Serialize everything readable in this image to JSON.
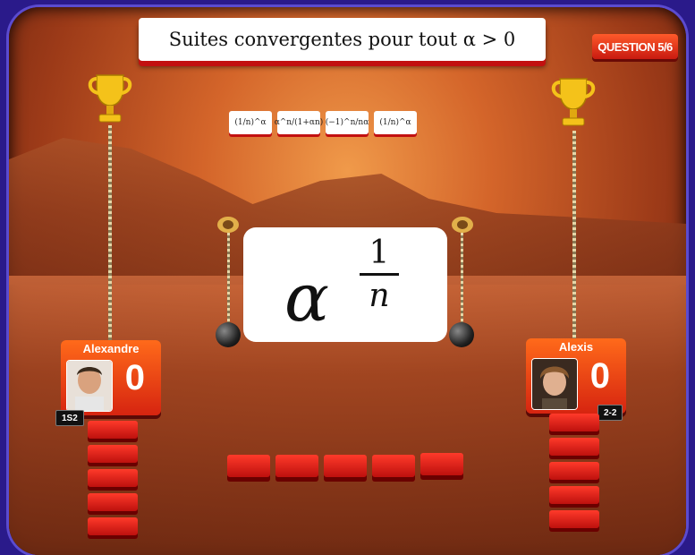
{
  "title": "Suites convergentes pour tout α > 0",
  "question_badge": "QUESTION 5/6",
  "options": [
    "(1/n)^α",
    "α^n/(1+αn)",
    "(−1)^n/nα",
    "(1/n)^α"
  ],
  "current_expression": {
    "base": "α",
    "exponent_numerator": "1",
    "exponent_denominator": "n"
  },
  "players": [
    {
      "name": "Alexandre",
      "score": "0",
      "tag": "1S2"
    },
    {
      "name": "Alexis",
      "score": "0",
      "tag": "2-2"
    }
  ],
  "colors": {
    "accent": "#d62410",
    "frame_border": "#5b4bd0"
  }
}
